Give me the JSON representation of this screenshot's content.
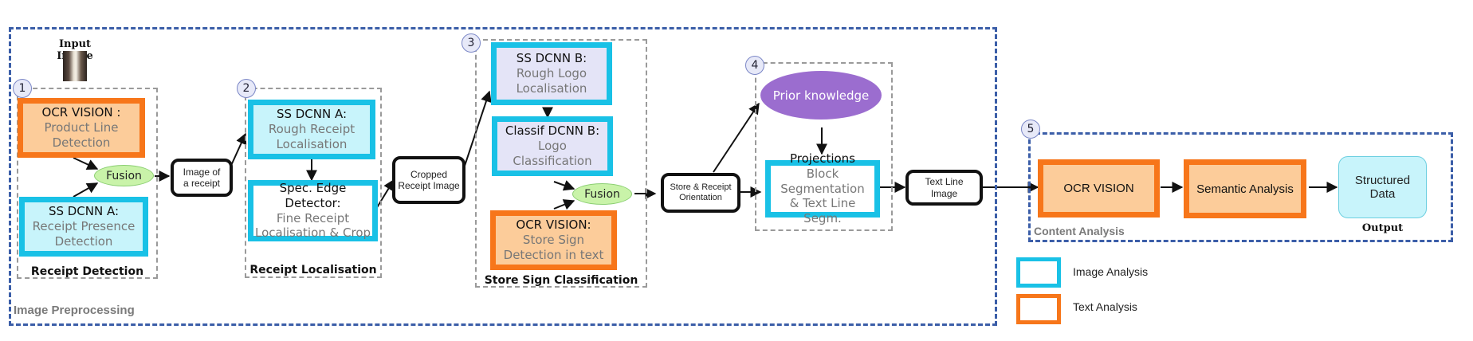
{
  "groups": {
    "image_preprocessing": "Image Preprocessing",
    "content_analysis": "Content Analysis"
  },
  "input_image_label": "Input Image",
  "step_numbers": [
    "1",
    "2",
    "3",
    "4",
    "5"
  ],
  "receipt_detection": {
    "caption": "Receipt Detection",
    "ocr_title": "OCR VISION :",
    "ocr_line1": "Product Line",
    "ocr_line2": "Detection",
    "fusion": "Fusion",
    "ss_title": "SS DCNN A:",
    "ss_line1": "Receipt Presence",
    "ss_line2": "Detection"
  },
  "image_of_receipt": {
    "line1": "Image of",
    "line2": "a receipt"
  },
  "receipt_localisation": {
    "caption": "Receipt Localisation",
    "ss_title": "SS DCNN A:",
    "ss_line1": "Rough Receipt",
    "ss_line2": "Localisation",
    "edge_title": "Spec. Edge Detector:",
    "edge_line1": "Fine Receipt",
    "edge_line2": "Localisation & Crop"
  },
  "cropped_receipt": {
    "line1": "Cropped",
    "line2": "Receipt Image"
  },
  "store_sign": {
    "caption": "Store Sign Classification",
    "ssb_title": "SS DCNN B:",
    "ssb_line1": "Rough Logo",
    "ssb_line2": "Localisation",
    "cls_title": "Classif DCNN B:",
    "cls_line1": "Logo",
    "cls_line2": "Classification",
    "fusion": "Fusion",
    "ocr_title": "OCR VISION:",
    "ocr_line1": "Store Sign",
    "ocr_line2": "Detection in text"
  },
  "store_receipt_orientation": {
    "line1": "Store & Receipt",
    "line2": "Orientation"
  },
  "projections_group": {
    "prior": "Prior knowledge",
    "proj_title": "Projections",
    "proj_line1": "Block Segmentation",
    "proj_line2": "& Text Line Segm."
  },
  "text_line_image": {
    "line1": "Text Line",
    "line2": "Image"
  },
  "content": {
    "ocr": "OCR VISION",
    "semantic": "Semantic Analysis",
    "structured_line1": "Structured",
    "structured_line2": "Data",
    "output": "Output"
  },
  "legend": {
    "image_analysis": "Image Analysis",
    "text_analysis": "Text Analysis"
  },
  "colors": {
    "image_analysis": "#19c1e6",
    "text_analysis": "#f7761a",
    "group_border": "#3b5ea8",
    "fusion": "#c9f3a9",
    "prior": "#9b6dcf"
  }
}
